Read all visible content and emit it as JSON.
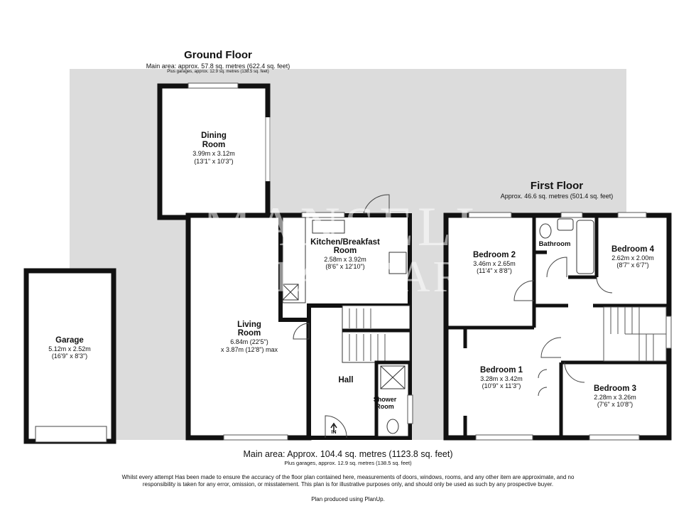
{
  "ground_floor": {
    "title": "Ground Floor",
    "main_area": "Main area: approx. 57.8 sq. metres (622.4 sq. feet)",
    "garages_note": "Plus garages, approx. 12.9 sq. metres (138.5 sq. feet)"
  },
  "first_floor": {
    "title": "First Floor",
    "area": "Approx. 46.6 sq. metres (501.4 sq. feet)"
  },
  "watermark": {
    "line1": "MANSELL",
    "line2": "McTAGGART"
  },
  "rooms": {
    "dining": {
      "name_line1": "Dining",
      "name_line2": "Room",
      "metric": "3.99m x 3.12m",
      "imperial": "(13'1\" x 10'3\")"
    },
    "kitchen": {
      "name_line1": "Kitchen/Breakfast",
      "name_line2": "Room",
      "metric": "2.58m x 3.92m",
      "imperial": "(8'6\" x 12'10\")"
    },
    "living": {
      "name_line1": "Living",
      "name_line2": "Room",
      "metric": "6.84m (22'5\")",
      "imperial": "x 3.87m (12'8\") max"
    },
    "hall": {
      "name": "Hall"
    },
    "shower": {
      "name_line1": "Shower",
      "name_line2": "Room"
    },
    "entrance": {
      "label": "IN"
    },
    "garage": {
      "name": "Garage",
      "metric": "5.12m x 2.52m",
      "imperial": "(16'9\" x 8'3\")"
    },
    "bedroom2": {
      "name": "Bedroom 2",
      "metric": "3.46m x 2.65m",
      "imperial": "(11'4\" x 8'8\")"
    },
    "bathroom": {
      "name": "Bathroom"
    },
    "bedroom4": {
      "name": "Bedroom 4",
      "metric": "2.62m x 2.00m",
      "imperial": "(8'7\" x 6'7\")"
    },
    "bedroom1": {
      "name": "Bedroom 1",
      "metric": "3.28m x 3.42m",
      "imperial": "(10'9\" x 11'3\")"
    },
    "bedroom3": {
      "name": "Bedroom 3",
      "metric": "2.28m x 3.26m",
      "imperial": "(7'6\" x 10'8\")"
    }
  },
  "totals": {
    "main": "Main area: Approx. 104.4 sq. metres (1123.8 sq. feet)",
    "garages": "Plus garages, approx. 12.9 sq. metres (138.5 sq. feet)"
  },
  "disclaimer": {
    "text": "Whilst every attempt Has been made to ensure the accuracy of the floor plan contained here, measurements of doors, windows, rooms, and any other item are approximate, and no responsibility is taken for any error, omission, or misstatement. This plan is for illustrative purposes only, and should only be used as such by any prospective buyer.",
    "credit": "Plan produced using PlanUp."
  },
  "colors": {
    "background": "#dcdcdc",
    "wall": "#111111",
    "room_fill": "#ffffff",
    "watermark": "#ffffff"
  }
}
